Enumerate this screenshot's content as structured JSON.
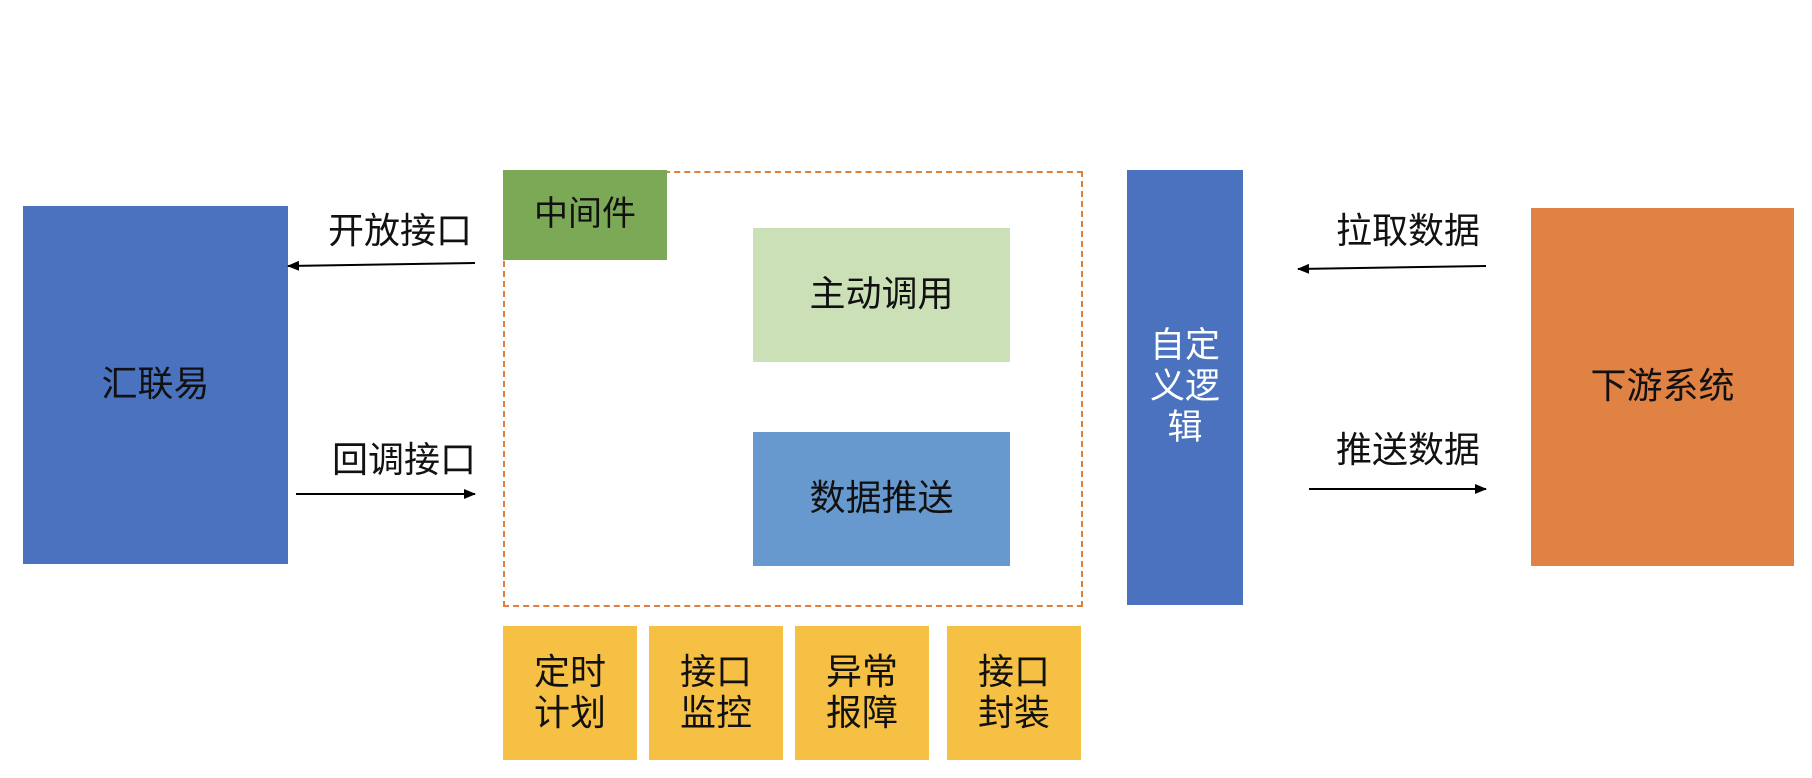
{
  "nodes": {
    "huilianyi": "汇联易",
    "downstream": "下游系统",
    "custom_logic": "自定\n义逻\n辑",
    "middleware": "中间件",
    "active_call": "主动调用",
    "data_push": "数据推送"
  },
  "features": [
    "定时\n计划",
    "接口\n监控",
    "异常\n报障",
    "接口\n封装"
  ],
  "edges": {
    "open_api": "开放接口",
    "callback_api": "回调接口",
    "pull_data": "拉取数据",
    "push_data": "推送数据"
  },
  "colors": {
    "blue": "#4A72BF",
    "orange": "#E08244",
    "green": "#7BA955",
    "light_green": "#CCE0B8",
    "light_blue": "#6799CF",
    "yellow": "#F5C044",
    "dashed_border": "#E07E3C"
  }
}
